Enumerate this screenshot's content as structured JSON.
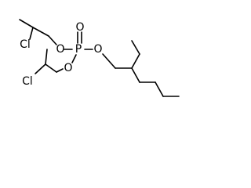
{
  "molecule": {
    "atoms": {
      "p": "P",
      "o_double": "O",
      "o_left": "O",
      "o_right": "O",
      "o_lower": "O",
      "cl_upper": "Cl",
      "cl_lower": "Cl"
    }
  },
  "colors": {
    "bond": "#000000",
    "background": "#ffffff"
  }
}
